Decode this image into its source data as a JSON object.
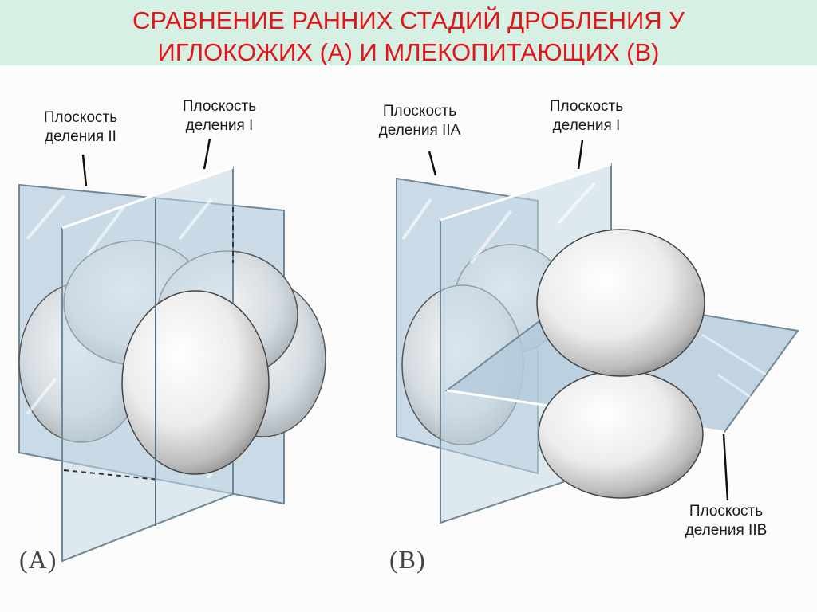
{
  "title": {
    "line1": "СРАВНЕНИЕ РАННИХ СТАДИЙ ДРОБЛЕНИЯ У",
    "line2": "ИГЛОКОЖИХ (А) И МЛЕКОПИТАЮЩИХ (В)"
  },
  "labels": {
    "a_plane_2": {
      "line1": "Плоскость",
      "line2": "деления II"
    },
    "a_plane_1": {
      "line1": "Плоскость",
      "line2": "деления I"
    },
    "b_plane_2a": {
      "line1": "Плоскость",
      "line2": "деления IIA"
    },
    "b_plane_1": {
      "line1": "Плоскость",
      "line2": "деления I"
    },
    "b_plane_2b": {
      "line1": "Плоскость",
      "line2": "деления IIB"
    }
  },
  "panels": {
    "a": "(A)",
    "b": "(B)"
  },
  "colors": {
    "title": "#e4141b",
    "title_band": "#d7f0e4",
    "plane": "#b7cfdf"
  }
}
